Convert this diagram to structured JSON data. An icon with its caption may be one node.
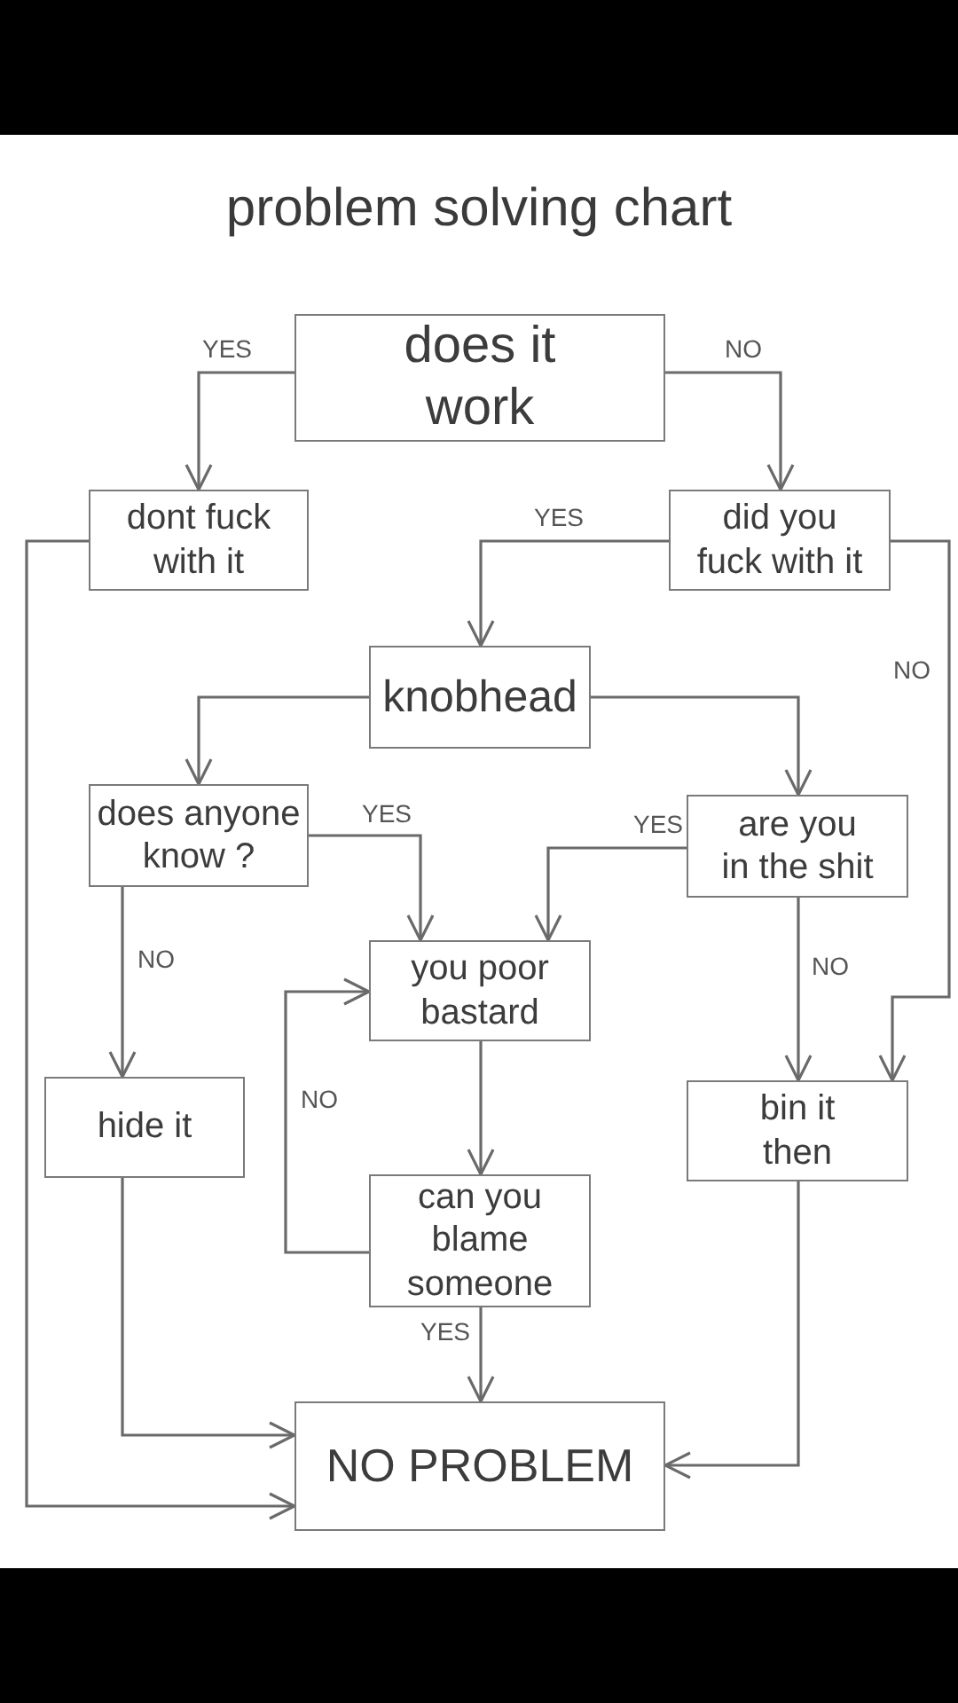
{
  "diagram": {
    "title": "problem solving chart",
    "nodes": [
      {
        "text": [
          "does it work"
        ]
      },
      {
        "text": [
          "dont fuck with it"
        ]
      },
      {
        "text": [
          "did you fuck with it"
        ]
      },
      {
        "text": [
          "knobhead"
        ]
      },
      {
        "text": [
          "does anyone know ?"
        ]
      },
      {
        "text": [
          "are you in the shit"
        ]
      },
      {
        "text": [
          "you poor bastard"
        ]
      },
      {
        "text": [
          "hide it"
        ]
      },
      {
        "text": [
          "bin it then"
        ]
      },
      {
        "text": [
          "can you blame someone"
        ]
      },
      {
        "text": [
          "NO PROBLEM"
        ]
      }
    ],
    "edges": [
      {
        "from": 0,
        "to": 1,
        "label": "YES",
        "arrow": "to"
      },
      {
        "from": 0,
        "to": 2,
        "label": "NO",
        "arrow": "to"
      },
      {
        "from": 1,
        "to": 10,
        "arrow": "to"
      },
      {
        "from": 2,
        "to": 3,
        "label": "YES",
        "arrow": "to"
      },
      {
        "from": 2,
        "to": 8,
        "label": "NO",
        "arrow": "to"
      },
      {
        "from": 3,
        "to": 4,
        "arrow": "to"
      },
      {
        "from": 3,
        "to": 5,
        "arrow": "to"
      },
      {
        "from": 4,
        "to": 6,
        "label": "YES",
        "arrow": "to"
      },
      {
        "from": 5,
        "to": 6,
        "label": "YES",
        "arrow": "to"
      },
      {
        "from": 4,
        "to": 7,
        "label": "NO",
        "arrow": "to"
      },
      {
        "from": 5,
        "to": 8,
        "label": "NO",
        "arrow": "to"
      },
      {
        "from": 6,
        "to": 9,
        "arrow": "to"
      },
      {
        "from": 9,
        "to": 6,
        "label": "NO",
        "arrow": "to"
      },
      {
        "from": 9,
        "to": 10,
        "label": "YES",
        "arrow": "to"
      },
      {
        "from": 7,
        "to": 10,
        "arrow": "to"
      },
      {
        "from": 8,
        "to": 10,
        "arrow": "to"
      }
    ]
  }
}
